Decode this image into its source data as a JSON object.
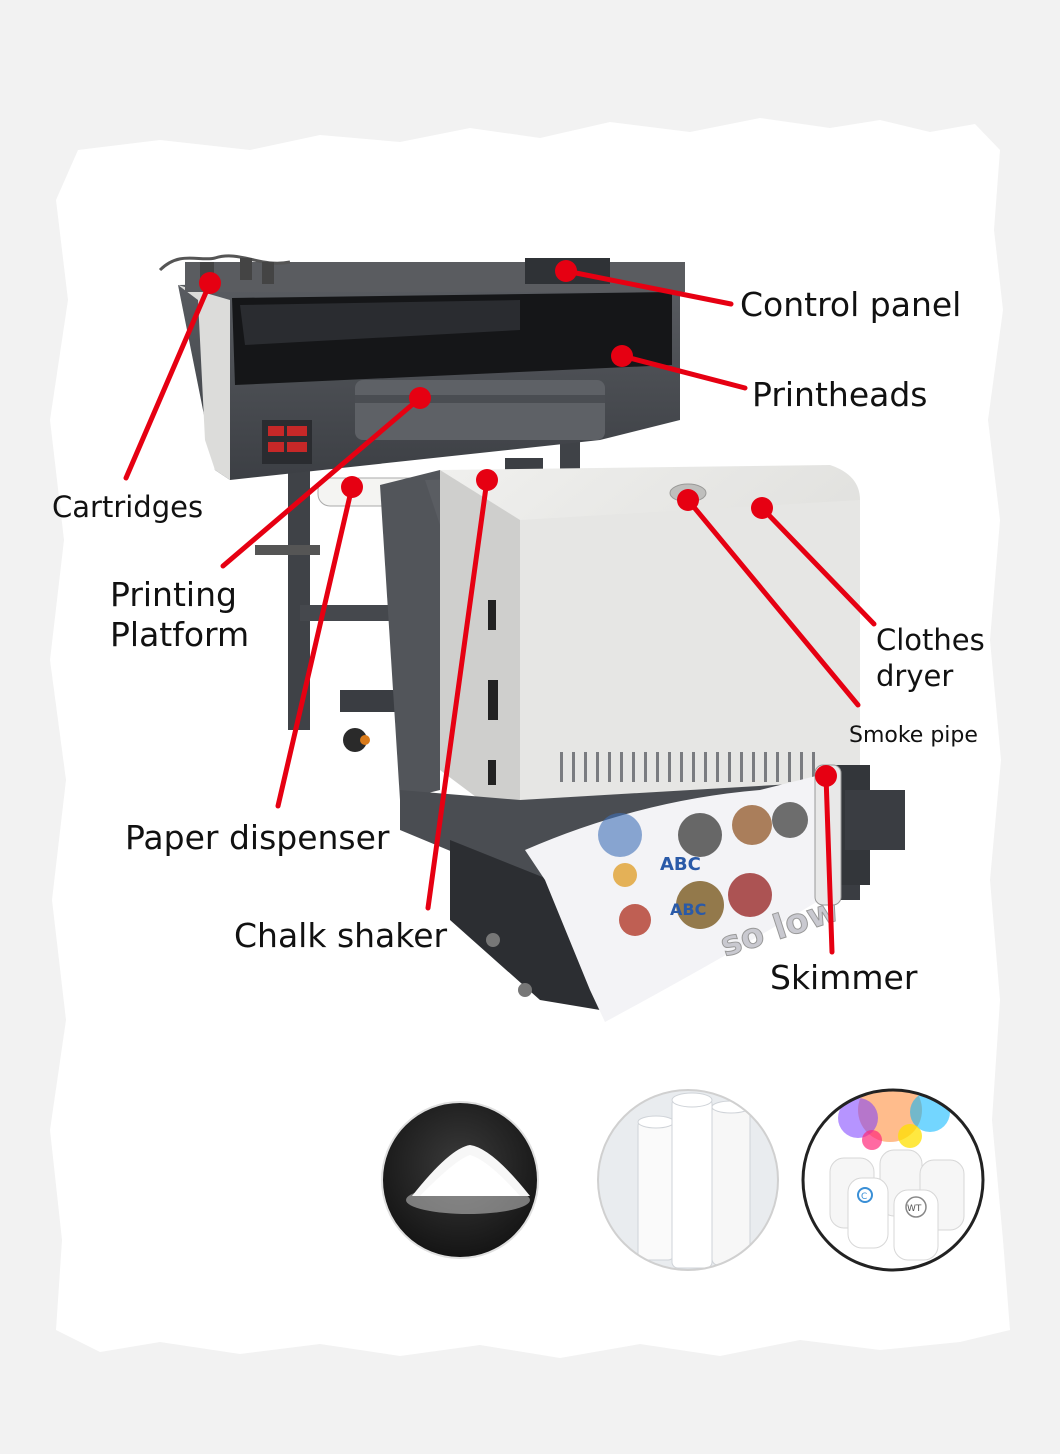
{
  "colors": {
    "paper": "#ffffff",
    "backdrop": "#f2f2f2",
    "callout": "#e60012",
    "machine_dark": "#4a4d52",
    "machine_light": "#e4e4e2"
  },
  "callouts": [
    {
      "id": "control-panel",
      "text": "Control panel"
    },
    {
      "id": "printheads",
      "text": "Printheads"
    },
    {
      "id": "cartridges",
      "text": "Cartridges"
    },
    {
      "id": "printing-platform",
      "lines": [
        "Printing",
        "Platform"
      ]
    },
    {
      "id": "clothes-dryer",
      "lines": [
        "Clothes",
        "dryer"
      ]
    },
    {
      "id": "smoke-pipe",
      "text": "Smoke pipe"
    },
    {
      "id": "paper-dispenser",
      "text": "Paper dispenser"
    },
    {
      "id": "chalk-shaker",
      "text": "Chalk shaker"
    },
    {
      "id": "skimmer",
      "text": "Skimmer"
    }
  ],
  "film_print": {
    "logo": "ABC",
    "brand_text": "so low"
  },
  "bottle_labels": [
    "C",
    "WT"
  ],
  "consumables": [
    {
      "id": "powder-icon"
    },
    {
      "id": "film-rolls-icon"
    },
    {
      "id": "ink-bottles-icon"
    }
  ]
}
